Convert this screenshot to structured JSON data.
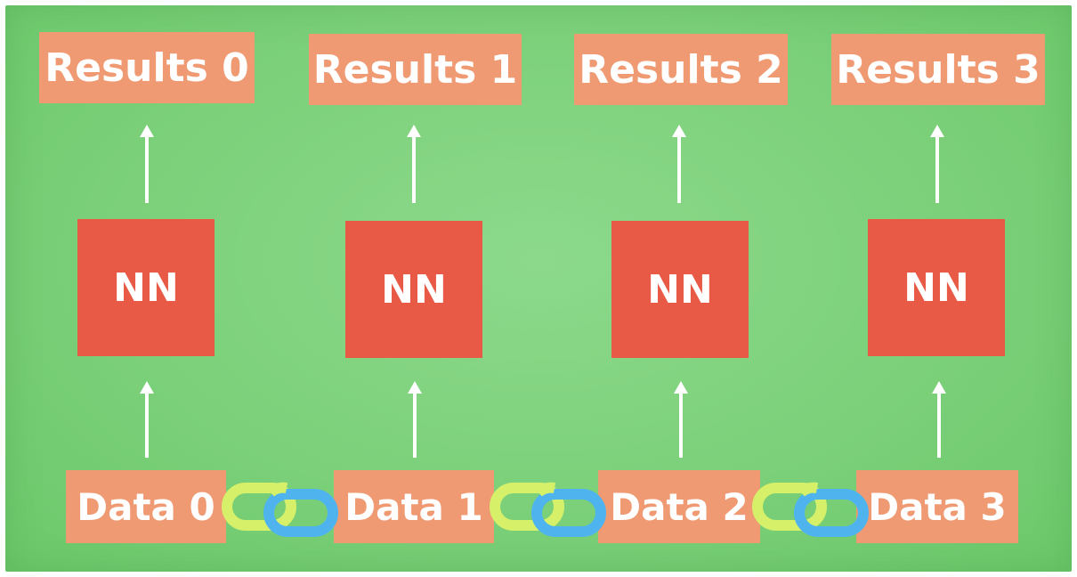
{
  "results": [
    {
      "label": "Results 0"
    },
    {
      "label": "Results 1"
    },
    {
      "label": "Results 2"
    },
    {
      "label": "Results 3"
    }
  ],
  "nn": [
    {
      "label": "NN"
    },
    {
      "label": "NN"
    },
    {
      "label": "NN"
    },
    {
      "label": "NN"
    }
  ],
  "data": [
    {
      "label": "Data 0"
    },
    {
      "label": "Data 1"
    },
    {
      "label": "Data 2"
    },
    {
      "label": "Data 3"
    }
  ],
  "colors": {
    "background": "#7fd27d",
    "results_box": "#ef9a72",
    "nn_box": "#e85a45",
    "data_box": "#ef9a72",
    "arrow": "#ffffff",
    "link_green": "#d6f06a",
    "link_blue": "#4fb4ee"
  },
  "icons": {
    "link": "chain-link-icon",
    "arrow": "arrow-up-icon"
  }
}
